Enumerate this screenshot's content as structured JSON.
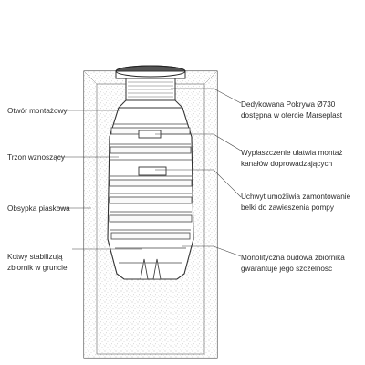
{
  "labels": {
    "left": {
      "mounting_opening": "Otwór montażowy",
      "riser_shaft": "Trzon wznoszący",
      "sand_backfill": "Obsypka piaskowa",
      "anchors_line1": "Kotwy stabilizują",
      "anchors_line2": "zbiornik w gruncie"
    },
    "right": {
      "cover_line1": "Dedykowana Pokrywa Ø730",
      "cover_line2": "dostępna w ofercie Marseplast",
      "flattening_line1": "Wypłaszczenie ułatwia montaż",
      "flattening_line2": "kanałów doprowadzających",
      "holder_line1": "Uchwyt umożliwia zamontowanie",
      "holder_line2": "belki do zawieszenia pompy",
      "monolithic_line1": "Monolityczna budowa zbiornika",
      "monolithic_line2": "gwarantuje jego szczelność"
    }
  },
  "colors": {
    "outline": "#333333",
    "shaft_fill": "#f4f4f4",
    "cover": "#555555",
    "text": "#2b2b2b"
  }
}
